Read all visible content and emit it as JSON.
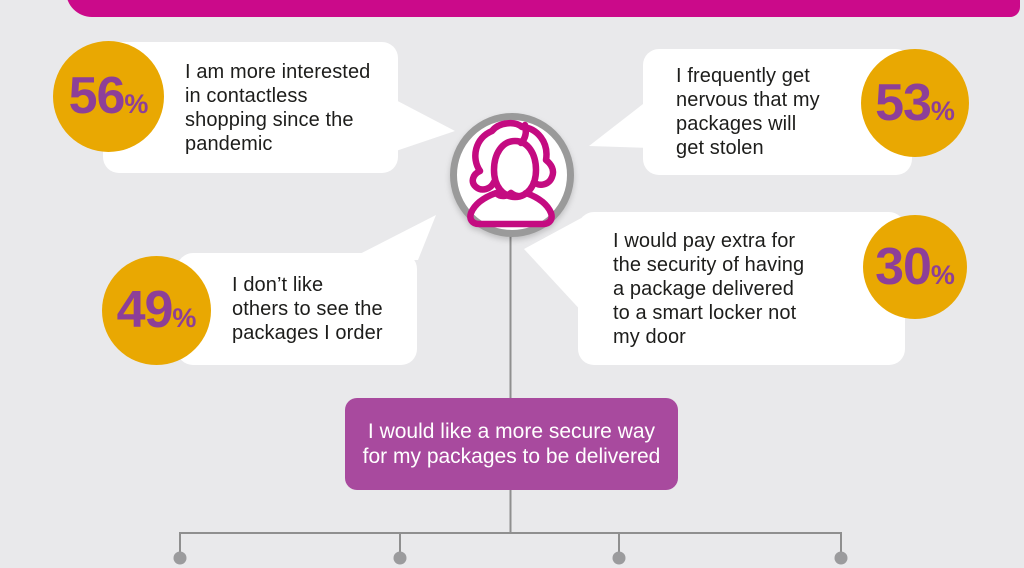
{
  "colors": {
    "bg": "#e9e9eb",
    "bar": "#cb0a8a",
    "gold": "#e9a802",
    "purple": "#8d3f98",
    "box": "#a84a9e",
    "ink": "#1d1d1b",
    "line": "#8f8f8f",
    "dot": "#9b9b9d",
    "icon-ring": "#9a9a9a",
    "icon-magenta": "#c40b81",
    "bubble": "#ffffff"
  },
  "stats": [
    {
      "value": "56",
      "unit": "%",
      "text": "I am more interested\nin contactless\nshopping since the\npandemic"
    },
    {
      "value": "53",
      "unit": "%",
      "text": "I frequently get\nnervous that my\npackages will\nget stolen"
    },
    {
      "value": "49",
      "unit": "%",
      "text": "I don’t like\nothers to see the\npackages I order"
    },
    {
      "value": "30",
      "unit": "%",
      "text": "I would pay extra for\nthe security of having\na package delivered\nto a smart locker not\nmy door"
    }
  ],
  "conclusion": {
    "text": "I would like a more secure way\nfor my packages to be delivered"
  },
  "icon": {
    "name": "woman-avatar"
  }
}
